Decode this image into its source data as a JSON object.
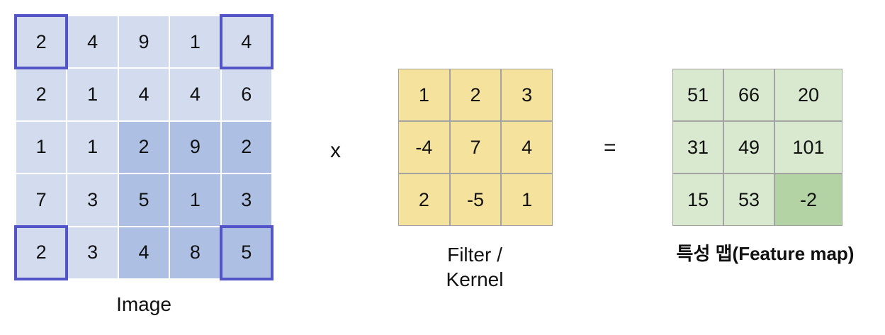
{
  "image": {
    "label": "Image",
    "rows": [
      [
        "2",
        "4",
        "9",
        "1",
        "4"
      ],
      [
        "2",
        "1",
        "4",
        "4",
        "6"
      ],
      [
        "1",
        "1",
        "2",
        "9",
        "2"
      ],
      [
        "7",
        "3",
        "5",
        "1",
        "3"
      ],
      [
        "2",
        "3",
        "4",
        "8",
        "5"
      ]
    ],
    "highlight_window": {
      "rows": [
        2,
        3,
        4
      ],
      "cols": [
        2,
        3,
        4
      ]
    },
    "outlined_cells": [
      [
        0,
        0
      ],
      [
        0,
        4
      ],
      [
        4,
        0
      ],
      [
        4,
        4
      ]
    ]
  },
  "operator_multiply": "x",
  "filter": {
    "label_line1": "Filter /",
    "label_line2": "Kernel",
    "rows": [
      [
        "1",
        "2",
        "3"
      ],
      [
        "-4",
        "7",
        "4"
      ],
      [
        "2",
        "-5",
        "1"
      ]
    ]
  },
  "operator_equals": "=",
  "feature_map": {
    "label": "특성 맵(Feature map)",
    "rows": [
      [
        "51",
        "66",
        "20"
      ],
      [
        "31",
        "49",
        "101"
      ],
      [
        "15",
        "53",
        "-2"
      ]
    ],
    "highlight_cell": [
      2,
      2
    ]
  },
  "colors": {
    "image_cell": "#d3dcee",
    "image_window": "#adc0e3",
    "outline": "#5354c7",
    "filter_cell": "#f5e29d",
    "feature_cell": "#d8e9cf",
    "feature_highlight": "#b3d3a4"
  }
}
